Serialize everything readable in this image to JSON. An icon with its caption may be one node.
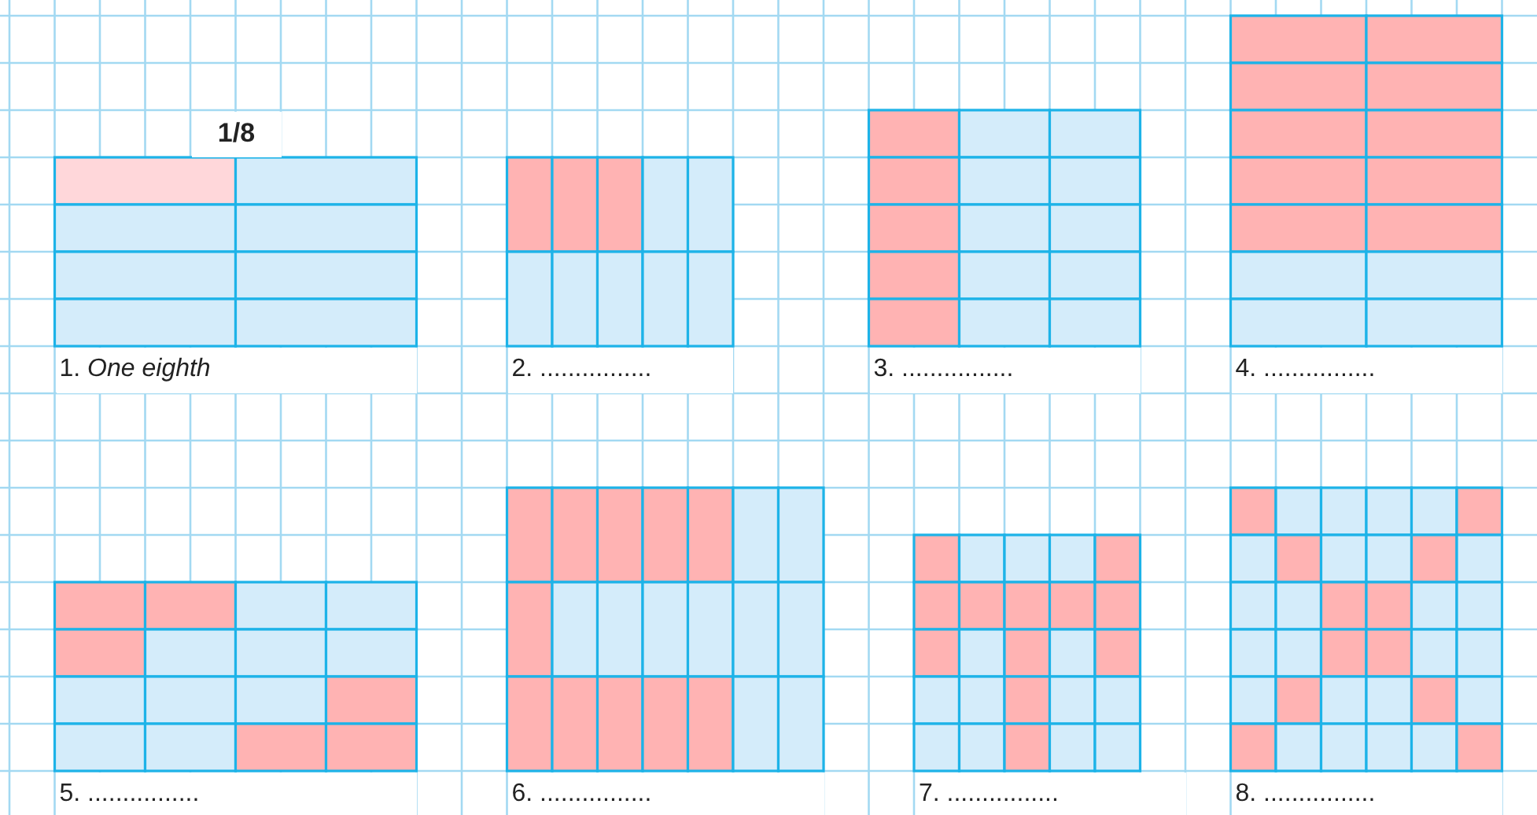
{
  "diagram": {
    "labels": [
      "1/8",
      "1. *One eighth*",
      "2. ................",
      "3. ................",
      "4. ................",
      "5. ................",
      "6. ................",
      "7. ................",
      "8. ................"
    ]
  }
}
